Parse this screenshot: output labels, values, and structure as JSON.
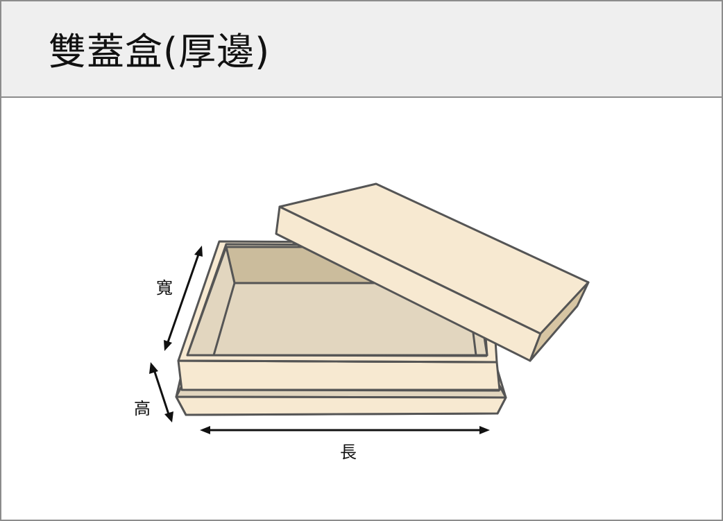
{
  "header": {
    "title": "雙蓋盒(厚邊)"
  },
  "diagram": {
    "labels": {
      "width": "寬",
      "height": "高",
      "length": "長"
    },
    "colors": {
      "outline": "#555555",
      "surface_light": "#f7e9d1",
      "surface_inner": "#e2d6bf",
      "surface_back": "#cbbc9c",
      "lid_side": "#d7c5a3",
      "arrow": "#111111",
      "header_bg": "#efefef",
      "border": "#8c8c8c"
    }
  }
}
